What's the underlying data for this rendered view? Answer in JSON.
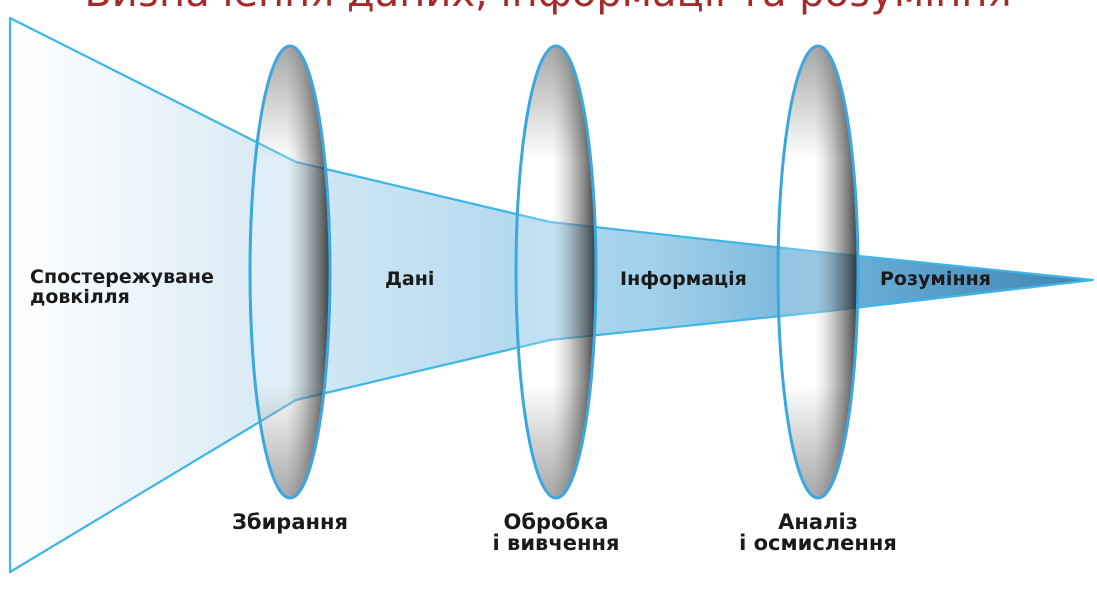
{
  "title": "",
  "colors": {
    "cone_stroke": "#3fb6e6",
    "lens_stroke": "#3aa8e0",
    "label_text": "#1a1a1a",
    "title_text": "#a52a2a"
  },
  "zones": [
    {
      "id": "environment",
      "lines": [
        "Спостережуване",
        "довкілля"
      ]
    },
    {
      "id": "data",
      "lines": [
        "Дані"
      ]
    },
    {
      "id": "information",
      "lines": [
        "Інформація"
      ]
    },
    {
      "id": "understanding",
      "lines": [
        "Розуміння"
      ]
    }
  ],
  "stages": [
    {
      "id": "collecting",
      "lines": [
        "Збирання"
      ]
    },
    {
      "id": "processing",
      "lines": [
        "Обробка",
        "і вивчення"
      ]
    },
    {
      "id": "analysis",
      "lines": [
        "Аналіз",
        "і осмислення"
      ]
    }
  ]
}
